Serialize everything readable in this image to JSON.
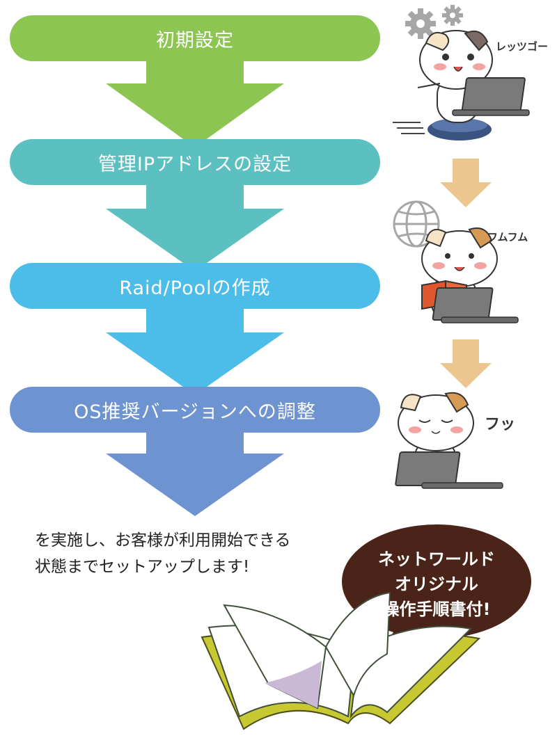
{
  "steps": [
    {
      "label": "初期設定",
      "color": "#8dc553"
    },
    {
      "label": "管理IPアドレスの設定",
      "color": "#5cbfc0"
    },
    {
      "label": "Raid/Poolの作成",
      "color": "#4cbde8"
    },
    {
      "label": "OS推奨バージョンへの調整",
      "color": "#6d93d0"
    }
  ],
  "summary": {
    "line1": "を実施し、お客様が利用開始できる",
    "line2": "状態までセットアップします!"
  },
  "bubble": {
    "line1": "ネットワールド",
    "line2": "オリジナル",
    "line3": "操作手順書付!",
    "color": "#4a2418"
  },
  "cats": [
    {
      "speech": "レッツゴー",
      "icon": "gear-icon"
    },
    {
      "speech": "フムフム",
      "icon": "globe-icon"
    },
    {
      "speech": "フッ",
      "icon": ""
    }
  ],
  "colors": {
    "down_arrow": "#ecc68f",
    "laptop": "#7a7a7a",
    "cat_body": "#f7e3c6",
    "cat_patch": "#d79a55"
  }
}
